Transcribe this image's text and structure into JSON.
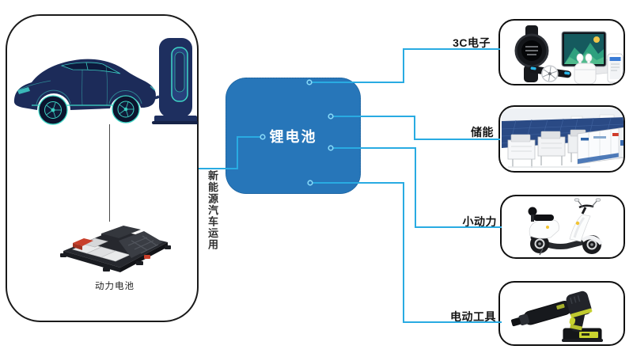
{
  "diagram": {
    "center_node": {
      "label": "锂电池"
    },
    "left_group": {
      "vertical_label": "新能源汽车运用",
      "battery_caption": "动力电池",
      "icons": [
        "wireframe-ev-car-icon",
        "charging-pile-icon",
        "power-battery-icon"
      ]
    },
    "right_nodes": [
      {
        "label": "3C电子",
        "icon": "consumer-electronics-icon"
      },
      {
        "label": "储能",
        "icon": "energy-storage-icon"
      },
      {
        "label": "小动力",
        "icon": "electric-scooter-icon"
      },
      {
        "label": "电动工具",
        "icon": "power-tool-icon"
      }
    ],
    "colors": {
      "node_blue": "#2776B9",
      "connector_blue": "#29ABE2",
      "outline_dark": "#1a1a1a",
      "accent_cyan": "#3ED6C6"
    }
  }
}
